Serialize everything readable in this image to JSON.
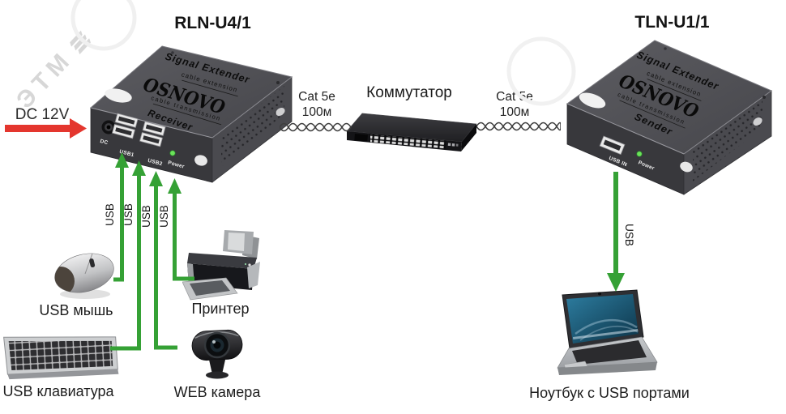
{
  "watermark": {
    "text": "ЭТМ"
  },
  "titles": {
    "receiver": "RLN-U4/1",
    "sender": "TLN-U1/1"
  },
  "power_input": "DC 12V",
  "extender_markings": {
    "line1": "Signal Extender",
    "line2": "cable extension",
    "brand": "OSNOVO",
    "line3": "cable transmission"
  },
  "receiver_panel": {
    "role": "Receiver",
    "dc": "DC",
    "usb1": "USB1",
    "usb2": "USB2",
    "power": "Power"
  },
  "sender_panel": {
    "role": "Sender",
    "usb_in": "USB IN",
    "power": "Power"
  },
  "network": {
    "switch_label": "Коммутатор",
    "cable_type": "Cat 5e",
    "cable_length": "100м"
  },
  "usb_connection_label": "USB",
  "peripherals": {
    "mouse": "USB мышь",
    "printer": "Принтер",
    "keyboard": "USB клавиатура",
    "webcam": "WEB камера",
    "laptop": "Ноутбук с USB портами"
  },
  "colors": {
    "usb_green": "#35a135",
    "power_red": "#e4362e",
    "led_green": "#6be25a"
  }
}
